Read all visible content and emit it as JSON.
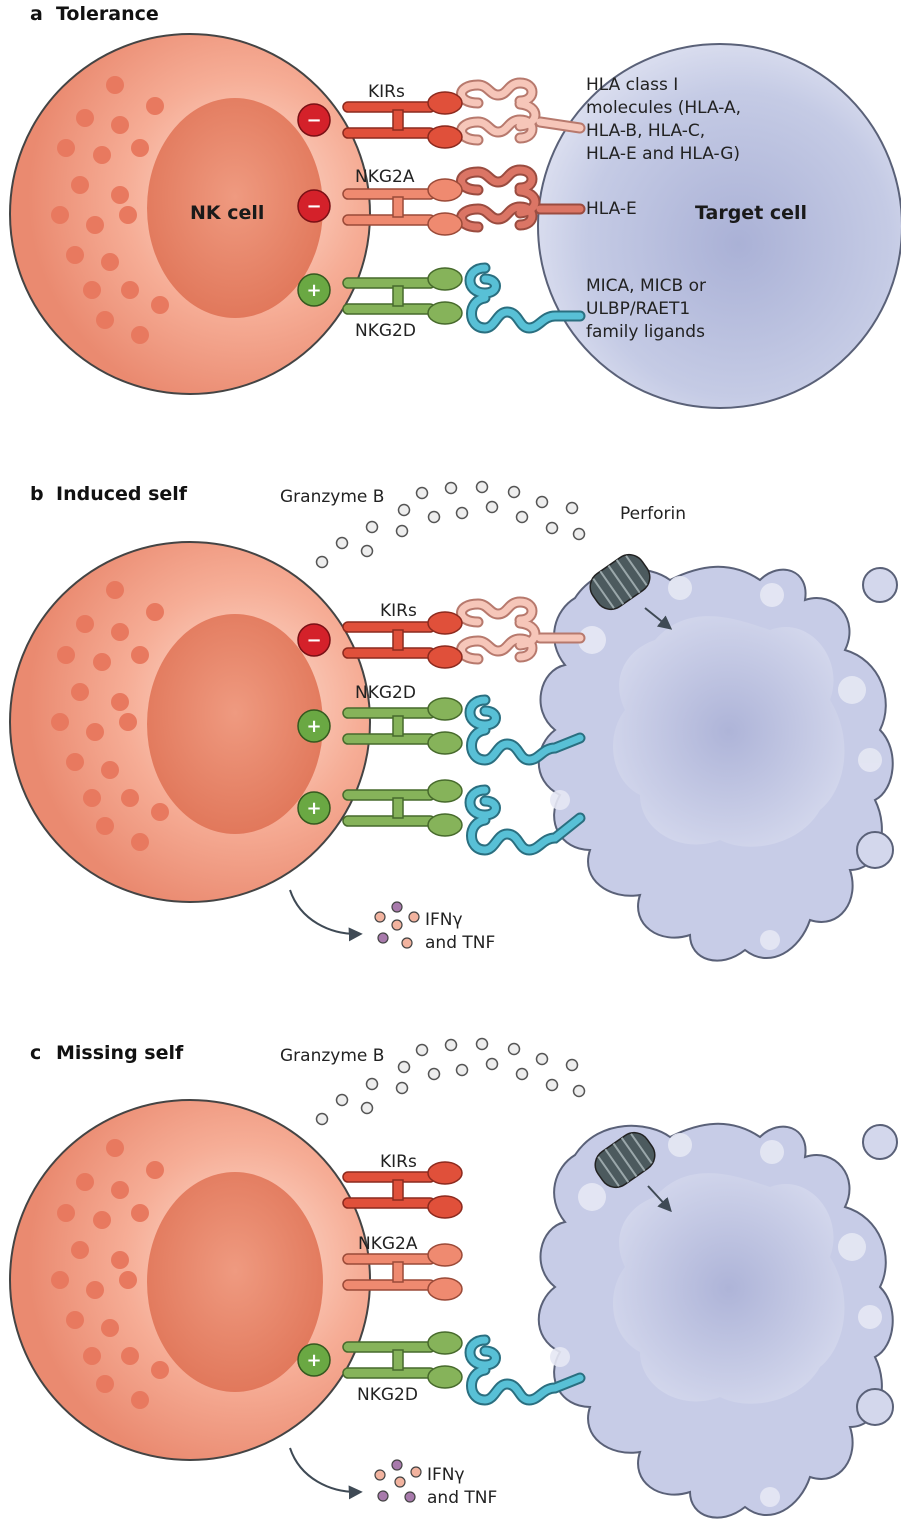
{
  "panel_a": {
    "letter": "a",
    "title": "Tolerance",
    "nk_label": "NK cell",
    "target_label": "Target cell",
    "receptors": {
      "kirs": "KIRs",
      "nkg2a": "NKG2A",
      "nkg2d": "NKG2D"
    },
    "ligands": {
      "hla_class_1": [
        "HLA class I",
        "molecules (HLA-A,",
        "HLA-B, HLA-C,",
        "HLA-E and HLA-G)"
      ],
      "hla_e": "HLA-E",
      "mica": [
        "MICA, MICB or",
        "ULBP/RAET1",
        "family ligands"
      ]
    },
    "signs": {
      "minus": "−",
      "plus": "+"
    }
  },
  "panel_b": {
    "letter": "b",
    "title": "Induced self",
    "granzyme": "Granzyme B",
    "perforin": "Perforin",
    "receptors": {
      "kirs": "KIRs",
      "nkg2d": "NKG2D"
    },
    "cytokines": [
      "IFNγ",
      "and TNF"
    ]
  },
  "panel_c": {
    "letter": "c",
    "title": "Missing self",
    "granzyme": "Granzyme B",
    "receptors": {
      "kirs": "KIRs",
      "nkg2a": "NKG2A",
      "nkg2d": "NKG2D"
    },
    "cytokines": [
      "IFNγ",
      "and TNF"
    ]
  },
  "colors": {
    "nk_cell": "#f0937a",
    "nk_nucleus": "#e57a60",
    "target_cell": "#c9cee6",
    "kir_red": "#e0503a",
    "nkg2a_orange": "#ec7c62",
    "nkg2d_green": "#7fae55",
    "ligand_pink": "#f3bcae",
    "ligand_blue": "#4bb3c9",
    "inhibit_red": "#d4212a",
    "activate_green": "#6aa843"
  }
}
